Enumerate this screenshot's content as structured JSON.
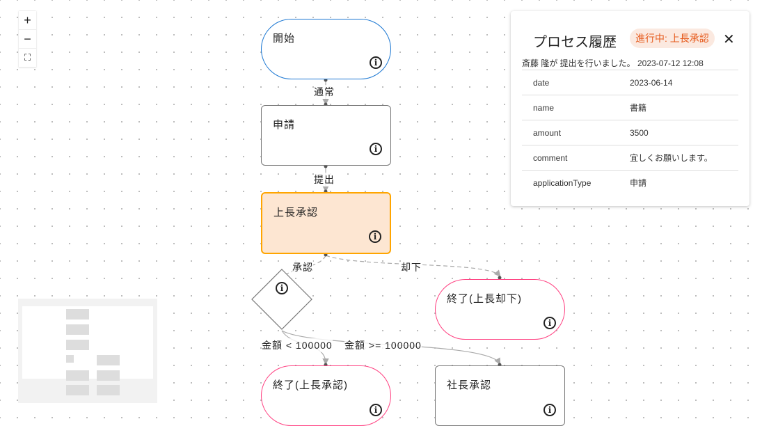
{
  "controls": {
    "zoom_in": "+",
    "zoom_out": "−",
    "fit": "⛶"
  },
  "nodes": {
    "start": "開始",
    "apply": "申請",
    "boss_approve": "上長承認",
    "end_rejected": "終了(上長却下)",
    "end_approved": "終了(上長承認)",
    "president_approve": "社長承認",
    "info_icon": "i"
  },
  "edges": {
    "normal": "通常",
    "submit": "提出",
    "approve": "承認",
    "reject": "却下",
    "lt": "金額 < 100000",
    "gte": "金額 >= 100000"
  },
  "panel": {
    "title": "プロセス履歴",
    "status_badge": "進行中: 上長承認",
    "close": "✕",
    "history": "斎藤 隆が 提出を行いました。 2023-07-12 12:08",
    "rows": [
      {
        "key": "date",
        "value": "2023-06-14"
      },
      {
        "key": "name",
        "value": "書籍"
      },
      {
        "key": "amount",
        "value": "3500"
      },
      {
        "key": "comment",
        "value": "宜しくお願いします。"
      },
      {
        "key": "applicationType",
        "value": "申請"
      }
    ]
  },
  "colors": {
    "start": "#1976d2",
    "active_border": "#ffa500",
    "active_bg": "#fde6d2",
    "end": "#ff4081"
  }
}
